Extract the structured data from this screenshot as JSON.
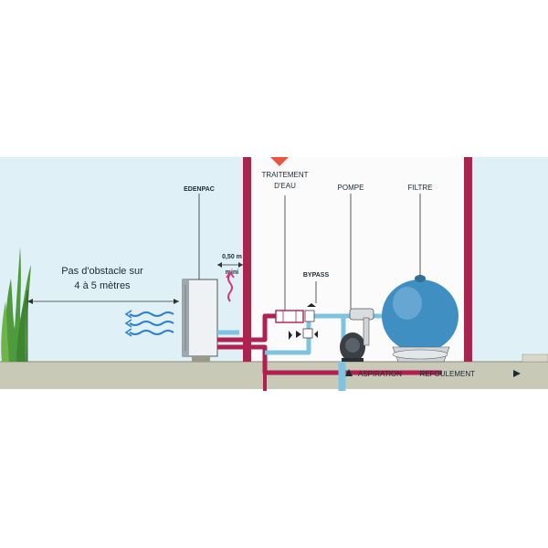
{
  "labels": {
    "edenpac": "EDENPAC",
    "clearance_line1": "0,50 m",
    "clearance_line2": "mini",
    "obstacle_line1": "Pas d'obstacle sur",
    "obstacle_line2": "4 à 5 mètres",
    "treatment_line1": "TRAITEMENT",
    "treatment_line2": "D'EAU",
    "pump": "POMPE",
    "filter": "FILTRE",
    "bypass": "BYPASS",
    "suction": "ASPIRATION",
    "discharge": "REFOULEMENT"
  },
  "colors": {
    "sky": "#dff1f6",
    "ground": "#c9c9b8",
    "wall": "#a8254c",
    "pipe_hot": "#b02050",
    "pipe_cold": "#7ec4e0",
    "filter_tank": "#3f8fc2",
    "airflow": "#2f7fd0",
    "marker": "#e9553f"
  }
}
